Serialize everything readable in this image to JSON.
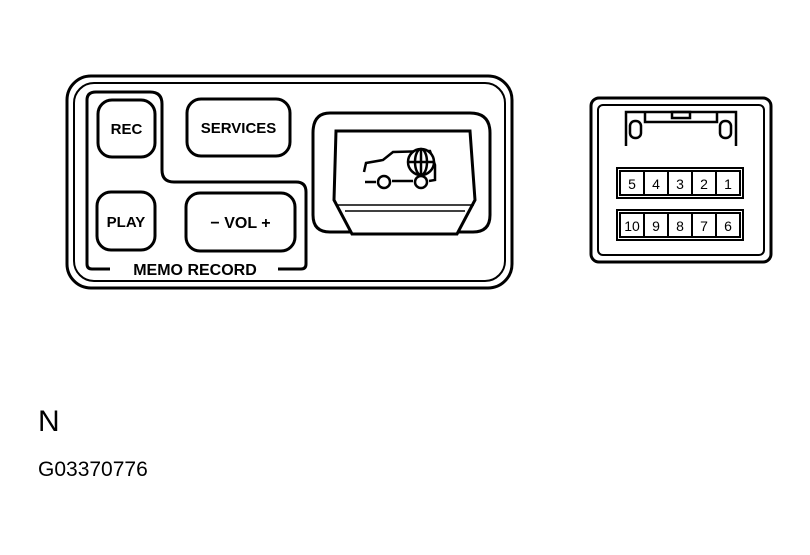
{
  "switch_panel": {
    "buttons": {
      "rec": "REC",
      "services": "SERVICES",
      "play": "PLAY",
      "vol": "− VOL +"
    },
    "group_label": "MEMO  RECORD",
    "vehicle_icon": "vehicle-with-globe-icon"
  },
  "connector": {
    "top_row_pins": [
      "5",
      "4",
      "3",
      "2",
      "1"
    ],
    "bottom_row_pins": [
      "10",
      "9",
      "8",
      "7",
      "6"
    ]
  },
  "view_letter": "N",
  "figure_code": "G03370776"
}
